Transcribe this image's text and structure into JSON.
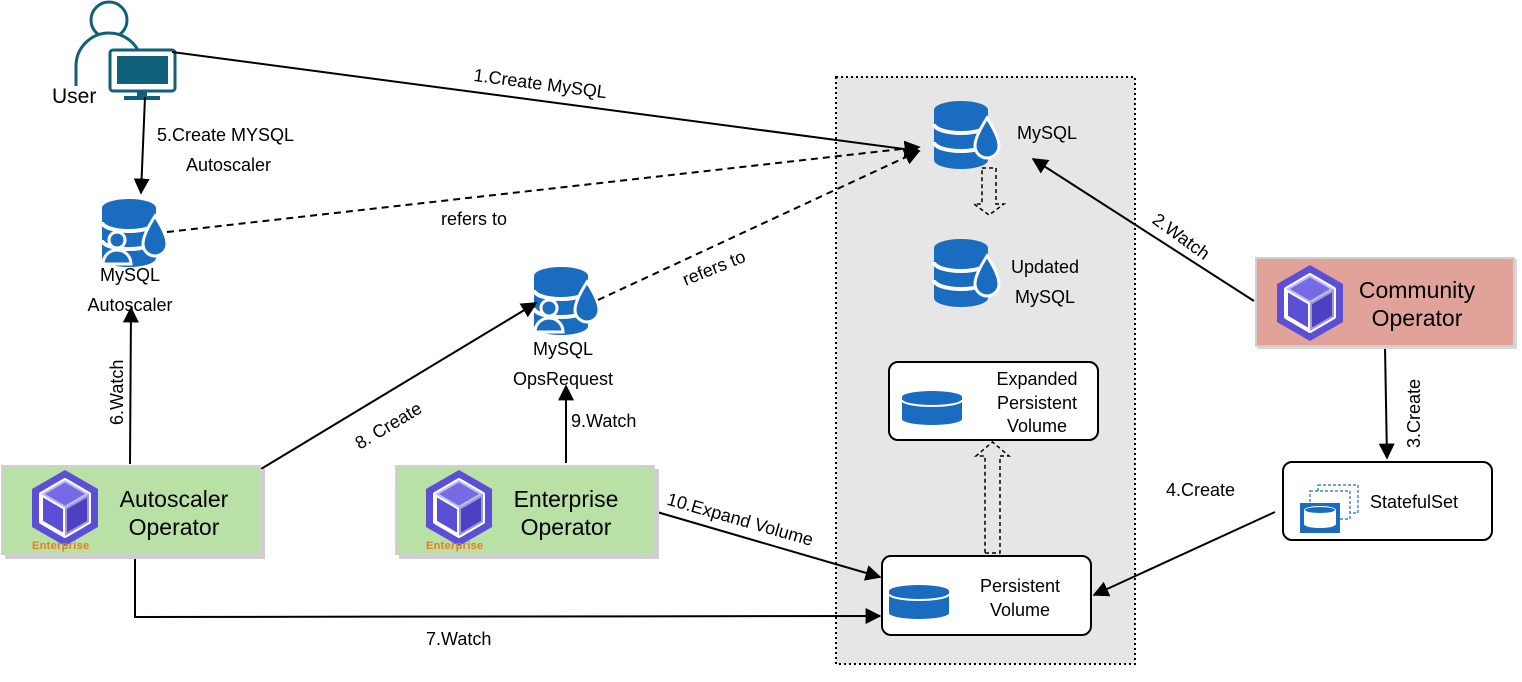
{
  "user": {
    "label": "User"
  },
  "resources": {
    "mysql": "MySQL",
    "updated_mysql": [
      "Updated",
      "MySQL"
    ],
    "autoscaler": [
      "MySQL",
      "Autoscaler"
    ],
    "opsrequest": [
      "MySQL",
      "OpsRequest"
    ],
    "expanded_pv": [
      "Expanded",
      "Persistent",
      "Volume"
    ],
    "pv": [
      "Persistent",
      "Volume"
    ],
    "statefulset": "StatefulSet"
  },
  "operators": {
    "autoscaler": {
      "name": [
        "Autoscaler",
        "Operator"
      ],
      "badge": "Enterprise"
    },
    "enterprise": {
      "name": [
        "Enterprise",
        "Operator"
      ],
      "badge": "Enterprise"
    },
    "community": {
      "name": [
        "Community",
        "Operator"
      ]
    }
  },
  "edges": {
    "create_mysql": "1.Create MySQL",
    "watch2": "2.Watch",
    "create3": "3.Create",
    "create4": "4.Create",
    "create_autoscaler": [
      "5.Create MYSQL",
      "Autoscaler"
    ],
    "watch6": "6.Watch",
    "watch7": "7.Watch",
    "create8": "8. Create",
    "watch9": "9.Watch",
    "expand10": "10.Expand Volume",
    "refers_to_1": "refers to",
    "refers_to_2": "refers to"
  },
  "colors": {
    "db_blue": "#1a6cc1",
    "user_teal": "#10607a",
    "operator_purple": "#5b4fd6",
    "enterprise_green": "#b9e0a5",
    "community_red": "#e1a29a",
    "enterprise_badge": "#e97b1f",
    "cluster_bg": "#e6e6e6"
  }
}
